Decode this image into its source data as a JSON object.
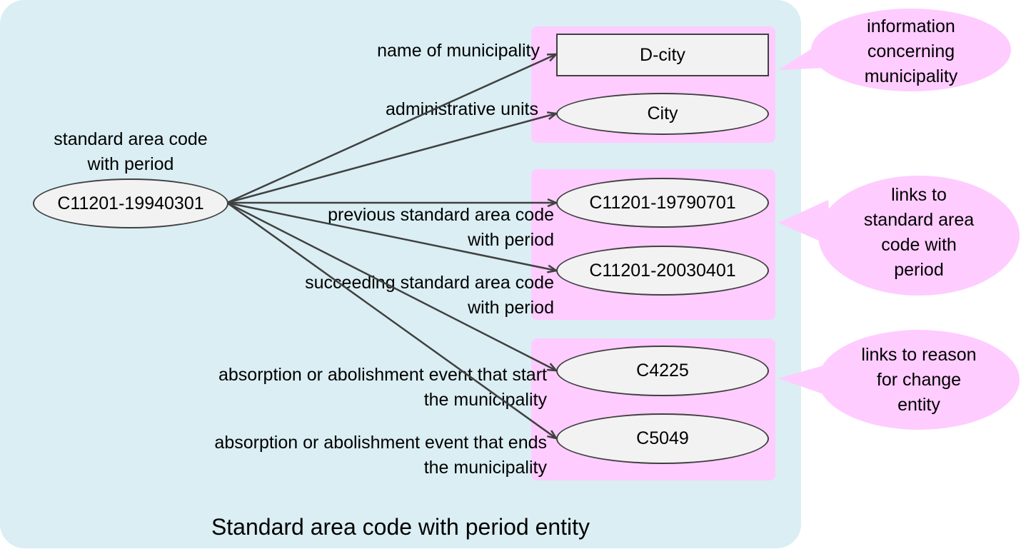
{
  "caption": "Standard area code with period entity",
  "source": {
    "heading": "standard area code\nwith period",
    "code": "C11201-19940301"
  },
  "edges": {
    "name_of_municipality": "name of municipality",
    "administrative_units": "administrative units",
    "previous": "previous standard area code\nwith period",
    "succeeding": "succeeding standard area code\nwith period",
    "start_event": "absorption or abolishment event that start\nthe municipality",
    "end_event": "absorption or abolishment event that ends\nthe municipality"
  },
  "targets": {
    "municipality_name": "D-city",
    "administrative_unit": "City",
    "previous_code": "C11201-19790701",
    "succeeding_code": "C11201-20030401",
    "start_event": "C4225",
    "end_event": "C5049"
  },
  "callouts": {
    "municipality_info": "information\nconcerning\nmunicipality",
    "code_links": "links to\nstandard area\ncode with\nperiod",
    "reason_links": "links to reason\nfor change\nentity"
  },
  "colors": {
    "panel": "#daeef3",
    "group": "#ffccff",
    "node_fill": "#f2f2f2",
    "line": "#404040"
  }
}
